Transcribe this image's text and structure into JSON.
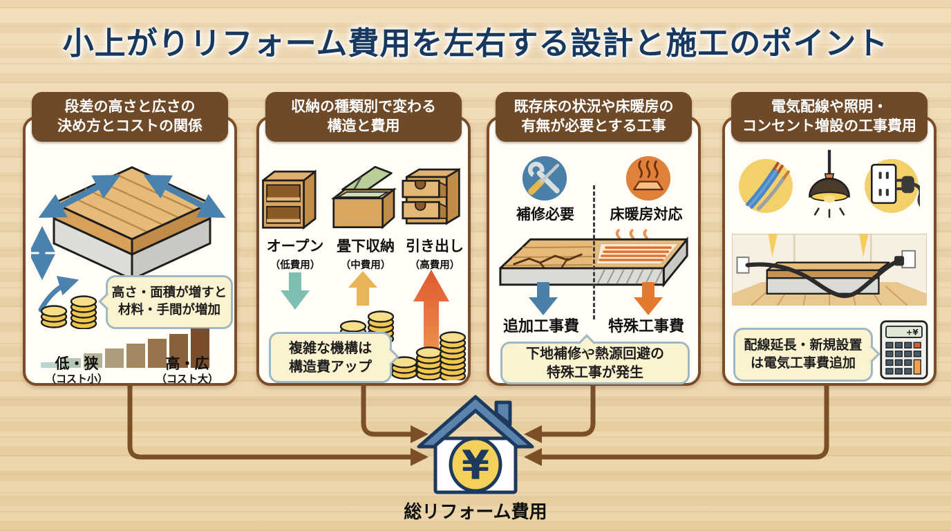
{
  "title": "小上がりリフォーム費用を左右する設計と施工のポイント",
  "panels": {
    "p1": {
      "header1": "段差の高さと広さの",
      "header2": "決め方とコストの関係",
      "bubble1": "高さ・面積が増すと",
      "bubble2": "材料・手間が増加",
      "scale_low": "低・狭",
      "scale_low_note": "（コスト小）",
      "scale_high": "高・広",
      "scale_high_note": "（コスト大）",
      "scale_bars": [
        {
          "h": 8,
          "c": "#bcd4cd"
        },
        {
          "h": 14,
          "c": "#b5c6b4"
        },
        {
          "h": 21,
          "c": "#b2b398"
        },
        {
          "h": 28,
          "c": "#ab9c7c"
        },
        {
          "h": 35,
          "c": "#a38862"
        },
        {
          "h": 42,
          "c": "#97744c"
        },
        {
          "h": 49,
          "c": "#88603a"
        },
        {
          "h": 57,
          "c": "#7a4e2b"
        }
      ]
    },
    "p2": {
      "header1": "収納の種類別で変わる",
      "header2": "構造と費用",
      "items": [
        {
          "label": "オープン",
          "cost": "（低費用）"
        },
        {
          "label": "畳下収納",
          "cost": "（中費用）"
        },
        {
          "label": "引き出し",
          "cost": "（高費用）"
        }
      ],
      "bubble1": "複雑な機構は",
      "bubble2": "構造費アップ"
    },
    "p3": {
      "header1": "既存床の状況や床暖房の",
      "header2": "有無が必要とする工事",
      "badge_left": "補修必要",
      "badge_right": "床暖房対応",
      "label_left": "追加工事費",
      "label_right": "特殊工事費",
      "bubble1": "下地補修や熱源回避の",
      "bubble2": "特殊工事が発生"
    },
    "p4": {
      "header1": "電気配線や照明・",
      "header2": "コンセント増設の工事費用",
      "bubble1": "配線延長・新規設置",
      "bubble2": "は電気工事費追加",
      "calc_display": "+¥"
    }
  },
  "footer": {
    "house_label": "総リフォーム費用",
    "yen": "¥"
  },
  "colors": {
    "title_navy": "#17395f",
    "header_brown": "#6e4a28",
    "card_border_brown": "#7b4c28",
    "connector_brown": "#7b4f28",
    "bubble_fill": "#fbf2cf",
    "bubble_border": "#9fb8c4",
    "dimension_arrow_blue": "#4b82ad",
    "teal_arrow": "#7fbeb2",
    "gold_arrow": "#e7b458",
    "orange_arrow": "#e4683a",
    "repair_circle_blue": "#4a80a8",
    "heating_circle_orange": "#e0813a",
    "coin_yellow": "#f0c84f",
    "house_roof_blue": "#5b84ad",
    "yen_circle_yellow": "#f2d05a"
  },
  "icons": {
    "dimension_arrows": "double-headed-arrow-icon",
    "coins": "coin-stack-icon",
    "repair": "wrench-screwdriver-icon",
    "heating": "floor-heating-icon",
    "cables": "electric-cables-icon",
    "lamp": "pendant-light-icon",
    "outlet": "outlet-plug-icon",
    "calculator": "calculator-icon",
    "house": "house-yen-icon"
  }
}
